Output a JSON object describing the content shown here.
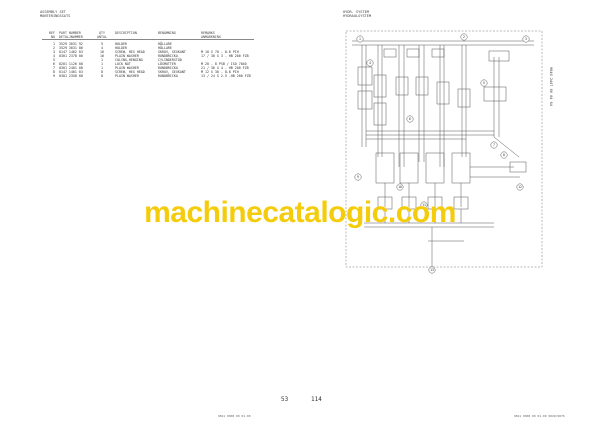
{
  "left_page": {
    "header": [
      "ASSEMBLY SET",
      "MONTERINGSSATS"
    ],
    "columns": {
      "ref": [
        "REF",
        "NO"
      ],
      "part": [
        "PART NUMBER",
        "DETALJNUMMER"
      ],
      "qty": [
        "QTY",
        "ANTAL"
      ],
      "desc": "DESCRIPTION",
      "benamning": "BENÄMNING",
      "remark": [
        "REMARKS",
        "ANMÄRKNING"
      ]
    },
    "rows": [
      {
        "ref": "1",
        "part": "3529 3031 92",
        "qty": "5",
        "desc": "HOLDER",
        "ben": "HÅLLARE",
        "rem": ""
      },
      {
        "ref": "2",
        "part": "3529 3031 86",
        "qty": "4",
        "desc": "HOLDER",
        "ben": "HÅLLARE",
        "rem": ""
      },
      {
        "ref": "3",
        "part": "0147 1462 03",
        "qty": "16",
        "desc": "SCREW, HEX HEAD",
        "ben": "SKRUV, SEXKANT",
        "rem": "M 10 X 70 - 8.8 PIH"
      },
      {
        "ref": "4",
        "part": "0301 2378 00",
        "qty": "16",
        "desc": "PLAIN WASHER",
        "ben": "RUNDBRICKA",
        "rem": "17 / 30 X 3 - HB 200 FZB"
      },
      {
        "ref": "5",
        "part": "",
        "qty": "1",
        "desc": "COLING,HENGING",
        "ben": "CYLINDERSTÖD",
        "rem": ""
      },
      {
        "ref": "6",
        "part": "8201 1126 08",
        "qty": "1",
        "desc": "LOCK NUT",
        "ben": "LÅSMUTTER",
        "rem": "M 20 - 8 PSB / ISO 7040"
      },
      {
        "ref": "7",
        "part": "0301 2401 08",
        "qty": "1",
        "desc": "PLAIN WASHER",
        "ben": "RUNDBRICKA",
        "rem": "21 / 36 X 4 - HB 200 FZB"
      },
      {
        "ref": "8",
        "part": "0147 1461 03",
        "qty": "8",
        "desc": "SCREW, HEX HEAD",
        "ben": "SKRUV, SEXKANT",
        "rem": "M 12 X 30 - 8.8 PIH"
      },
      {
        "ref": "9",
        "part": "0301 2358 08",
        "qty": "8",
        "desc": "PLAIN WASHER",
        "ben": "RUNDBRICKA",
        "rem": "13 / 24 X 2.5 -HB 200 FZB"
      }
    ]
  },
  "right_page": {
    "header": [
      "HYDR. SYSTEM",
      "HYDRAULSYSTEM"
    ],
    "side_label": "9840 2447 00 04 04",
    "circle_labels": [
      "1",
      "2",
      "3",
      "4",
      "5",
      "6",
      "7",
      "8",
      "9",
      "10",
      "11",
      "12",
      "13"
    ]
  },
  "watermark": "machinecatalogic.com",
  "page_numbers": {
    "left": "53",
    "right": "114"
  },
  "footer": {
    "left": "9841 0000 00 01.00",
    "right": "9841 0000 00 01.00 9840/9876"
  }
}
